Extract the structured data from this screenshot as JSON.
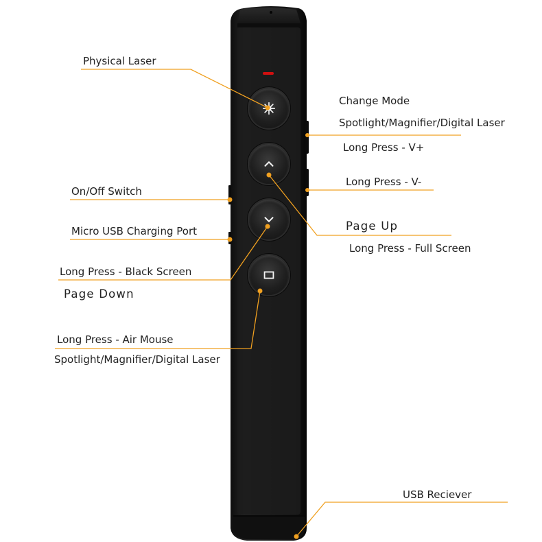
{
  "callouts": {
    "physical_laser": "Physical Laser",
    "change_mode": "Change Mode",
    "change_mode_sub": "Spotlight/Magnifier/Digital Laser",
    "vol_up": "Long Press  -  V+",
    "vol_down": "Long Press - V-",
    "on_off": "On/Off Switch",
    "usb_port": "Micro USB Charging Port",
    "page_up": "Page  Up",
    "full_screen": "Long Press - Full Screen",
    "black_screen": "Long Press - Black Screen",
    "page_down": "Page  Down",
    "air_mouse": "Long Press - Air Mouse",
    "air_mouse_sub": "Spotlight/Magnifier/Digital Laser",
    "receiver": "USB Reciever"
  },
  "icons": {
    "laser": "laser-burst-icon",
    "up": "chevron-up-icon",
    "down": "chevron-down-icon",
    "mode": "rectangle-icon"
  },
  "colors": {
    "leader_line": "#f0a020",
    "body": "#1a1a1a",
    "indicator": "#d01010"
  }
}
